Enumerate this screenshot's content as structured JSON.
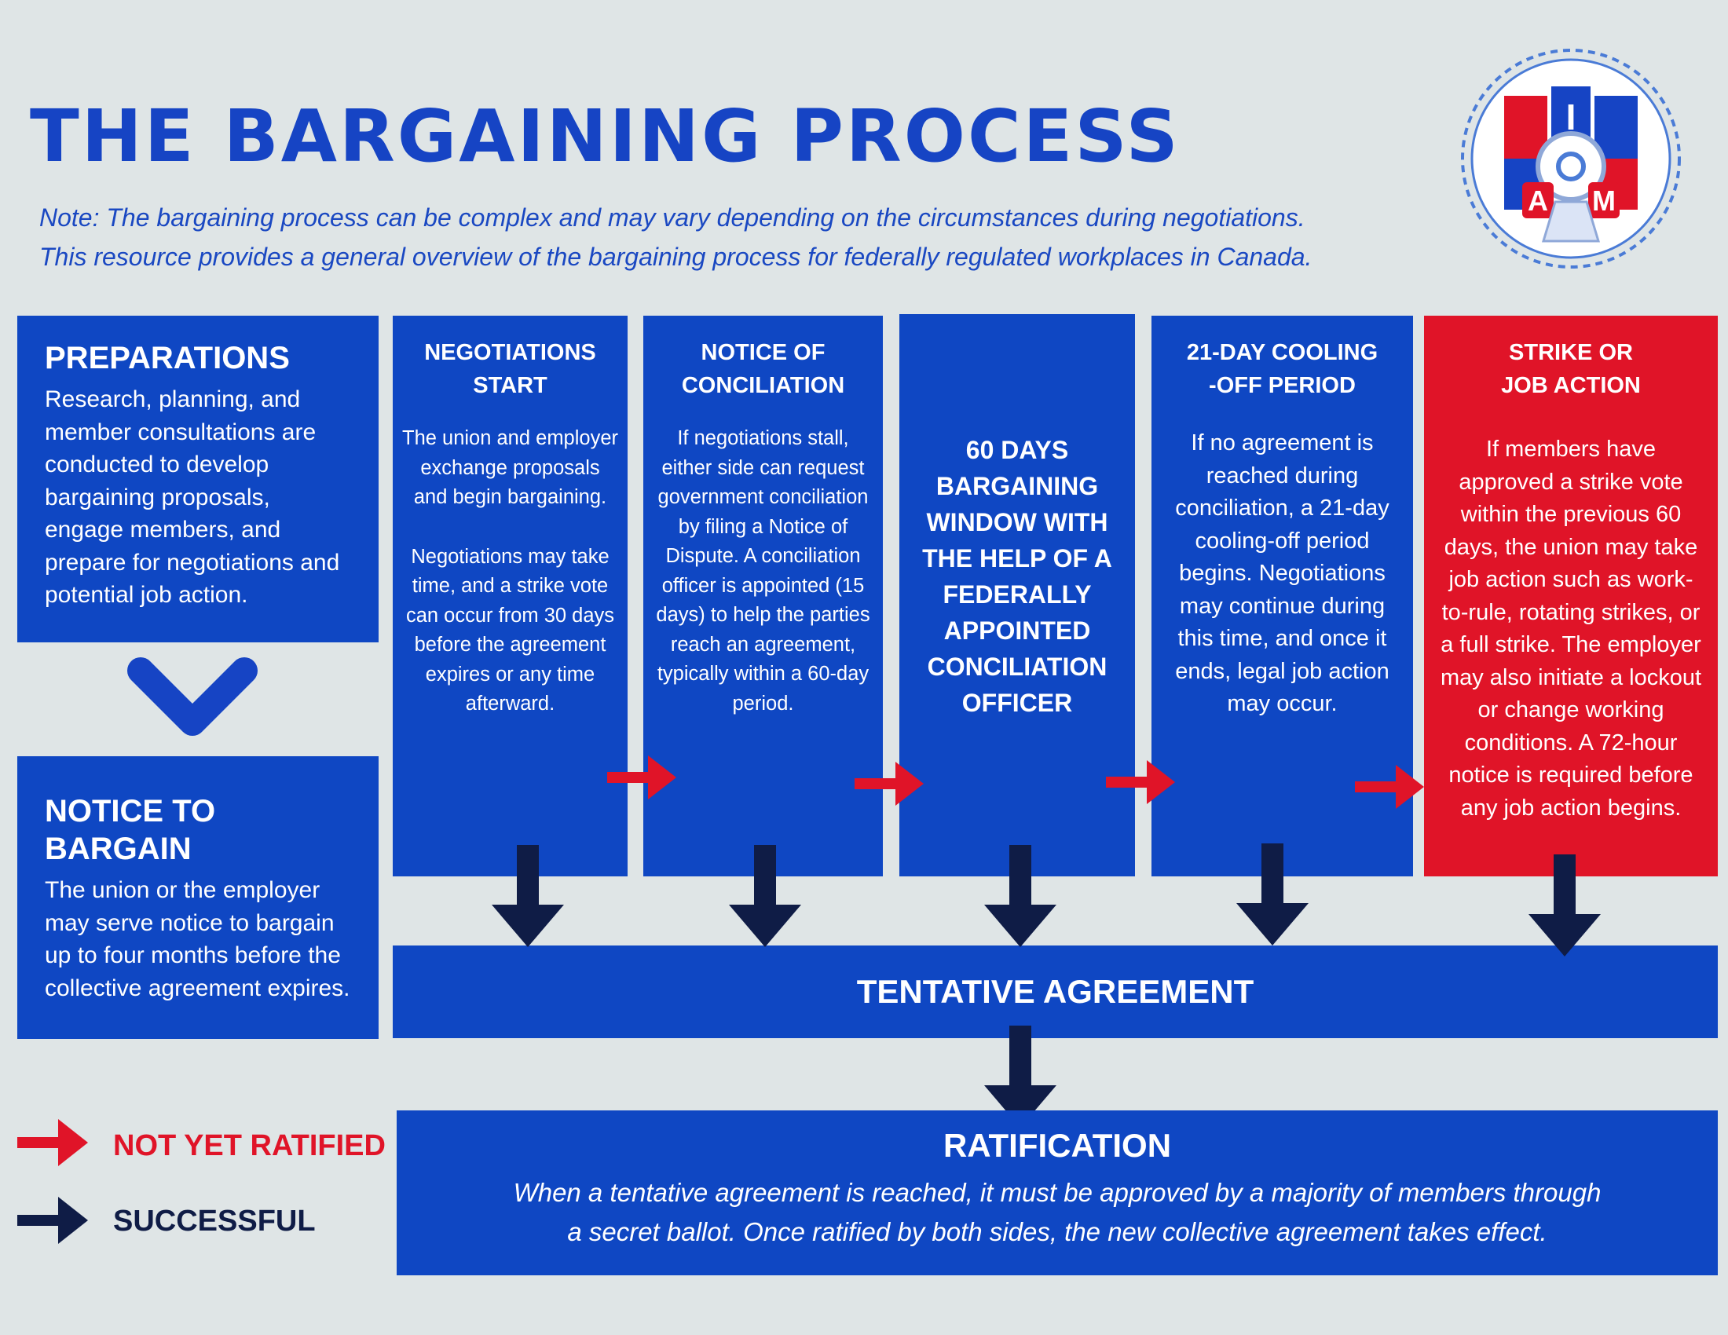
{
  "title": "THE BARGAINING PROCESS",
  "note": [
    "Note: The bargaining process can be complex and may vary depending on the circumstances during negotiations.",
    "This resource provides a general overview of the bargaining process for federally regulated workplaces in Canada."
  ],
  "logo": {
    "letters": [
      "I",
      "A",
      "M"
    ],
    "icon": "iam-gear-logo"
  },
  "preparations": {
    "title": "PREPARATIONS",
    "text": "Research, planning, and member consultations are conducted to develop bargaining proposals, engage members, and prepare for negotiations and potential job action."
  },
  "notice_to_bargain": {
    "title": "NOTICE TO BARGAIN",
    "text": "The union or the employer may serve notice to bargain up to four months before the collective agreement expires."
  },
  "steps": [
    {
      "title": [
        "NEGOTIATIONS",
        "START"
      ],
      "paragraphs": [
        "The union and employer exchange proposals and begin bargaining.",
        "Negotiations may take time, and a strike vote can occur from 30 days before the agreement expires or any time afterward."
      ]
    },
    {
      "title": [
        "NOTICE OF",
        "CONCILIATION"
      ],
      "paragraphs": [
        "If negotiations stall, either side can request government conciliation by filing a Notice of Dispute. A conciliation officer is appointed (15 days) to help the parties reach an agreement, typically within a 60-day period."
      ]
    },
    {
      "title": "60 DAYS BARGAINING WINDOW WITH THE HELP OF A FEDERALLY APPOINTED CONCILIATION OFFICER"
    },
    {
      "title": [
        "21-DAY COOLING",
        "-OFF PERIOD"
      ],
      "paragraphs": [
        "If no agreement is reached during conciliation, a 21-day cooling-off period begins. Negotiations may continue during this time, and once it ends, legal job action may occur."
      ]
    },
    {
      "title": [
        "STRIKE OR",
        "JOB ACTION"
      ],
      "paragraphs": [
        "If members have approved a strike vote within the previous 60 days, the union may take job action such as work-to-rule, rotating strikes, or a full strike. The employer may also initiate a lockout or change working conditions. A 72-hour notice is required before any job action begins."
      ]
    }
  ],
  "tentative_agreement": "TENTATIVE AGREEMENT",
  "ratification": {
    "title": "RATIFICATION",
    "text": [
      "When a tentative agreement is reached, it must be approved by a majority of members through",
      "a secret ballot. Once ratified by both sides, the new collective agreement takes effect."
    ]
  },
  "legend": {
    "not_ratified": "NOT YET RATIFIED",
    "successful": "SUCCESSFUL"
  },
  "colors": {
    "background": "#dfe5e6",
    "box_blue": "#0f47c3",
    "box_red": "#e01428",
    "arrow_red": "#e01428",
    "arrow_navy": "#0f1c46",
    "title_blue": "#1644c4"
  }
}
